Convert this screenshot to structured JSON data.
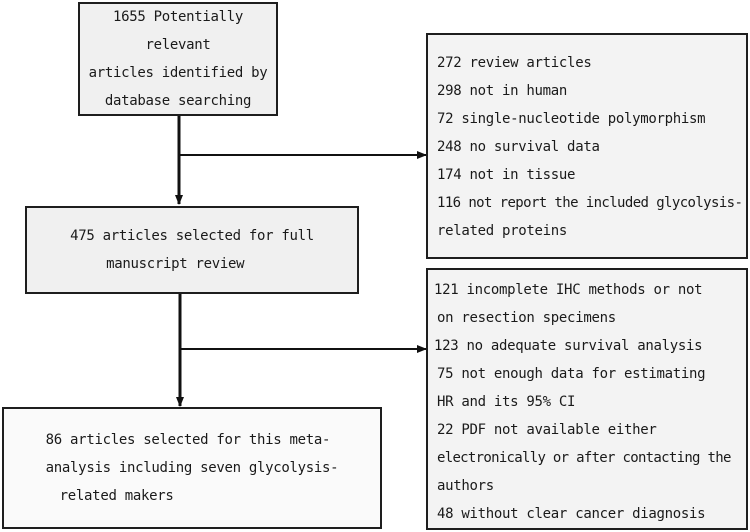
{
  "boxes": {
    "identified": {
      "lines": [
        "1655 Potentially relevant",
        "articles identified by",
        "database searching"
      ]
    },
    "full_review": {
      "lines": [
        "475 articles selected for full",
        "manuscript review"
      ]
    },
    "final": {
      "lines": [
        "86 articles selected for this meta-",
        "analysis including seven glycolysis-",
        "related makers"
      ]
    },
    "exclusion_1": {
      "lines": [
        "272 review articles",
        "298 not in human",
        "72 single-nucleotide polymorphism",
        "248 no survival data",
        "174 not in tissue",
        "116 not report the included glycolysis-",
        "related proteins"
      ]
    },
    "exclusion_2": {
      "lines": [
        "121 incomplete IHC methods or not",
        "on resection specimens",
        "123 no adequate survival analysis",
        "75 not enough data for estimating",
        "HR and its 95% CI",
        "22 PDF not available either",
        "electronically or after contacting the",
        "authors",
        "48 without clear cancer diagnosis"
      ]
    }
  },
  "colors": {
    "border": "#1e1e1e",
    "fill": "#f0f0f0",
    "arrow": "#111111"
  }
}
